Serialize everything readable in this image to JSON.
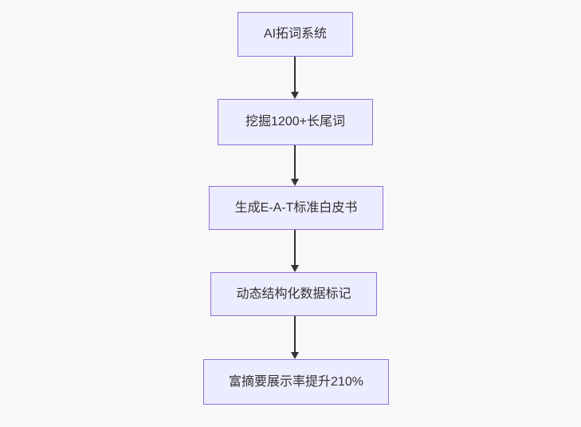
{
  "diagram": {
    "type": "flowchart",
    "direction": "top-down",
    "nodes": [
      {
        "id": "ai-keyword-system",
        "label": "AI拓词系统"
      },
      {
        "id": "mine-longtail-keywords",
        "label": "挖掘1200+长尾词"
      },
      {
        "id": "generate-eat-whitepaper",
        "label": "生成E-A-T标准白皮书"
      },
      {
        "id": "dynamic-structured-data",
        "label": "动态结构化数据标记"
      },
      {
        "id": "rich-snippet-uplift",
        "label": "富摘要展示率提升210%"
      }
    ],
    "edges": [
      {
        "from": "ai-keyword-system",
        "to": "mine-longtail-keywords"
      },
      {
        "from": "mine-longtail-keywords",
        "to": "generate-eat-whitepaper"
      },
      {
        "from": "generate-eat-whitepaper",
        "to": "dynamic-structured-data"
      },
      {
        "from": "dynamic-structured-data",
        "to": "rich-snippet-uplift"
      }
    ],
    "colors": {
      "background": "#f8f8f8",
      "node_fill": "#ECECFF",
      "node_border": "#9370DB",
      "node_text": "#333333",
      "arrow": "#333333"
    }
  }
}
